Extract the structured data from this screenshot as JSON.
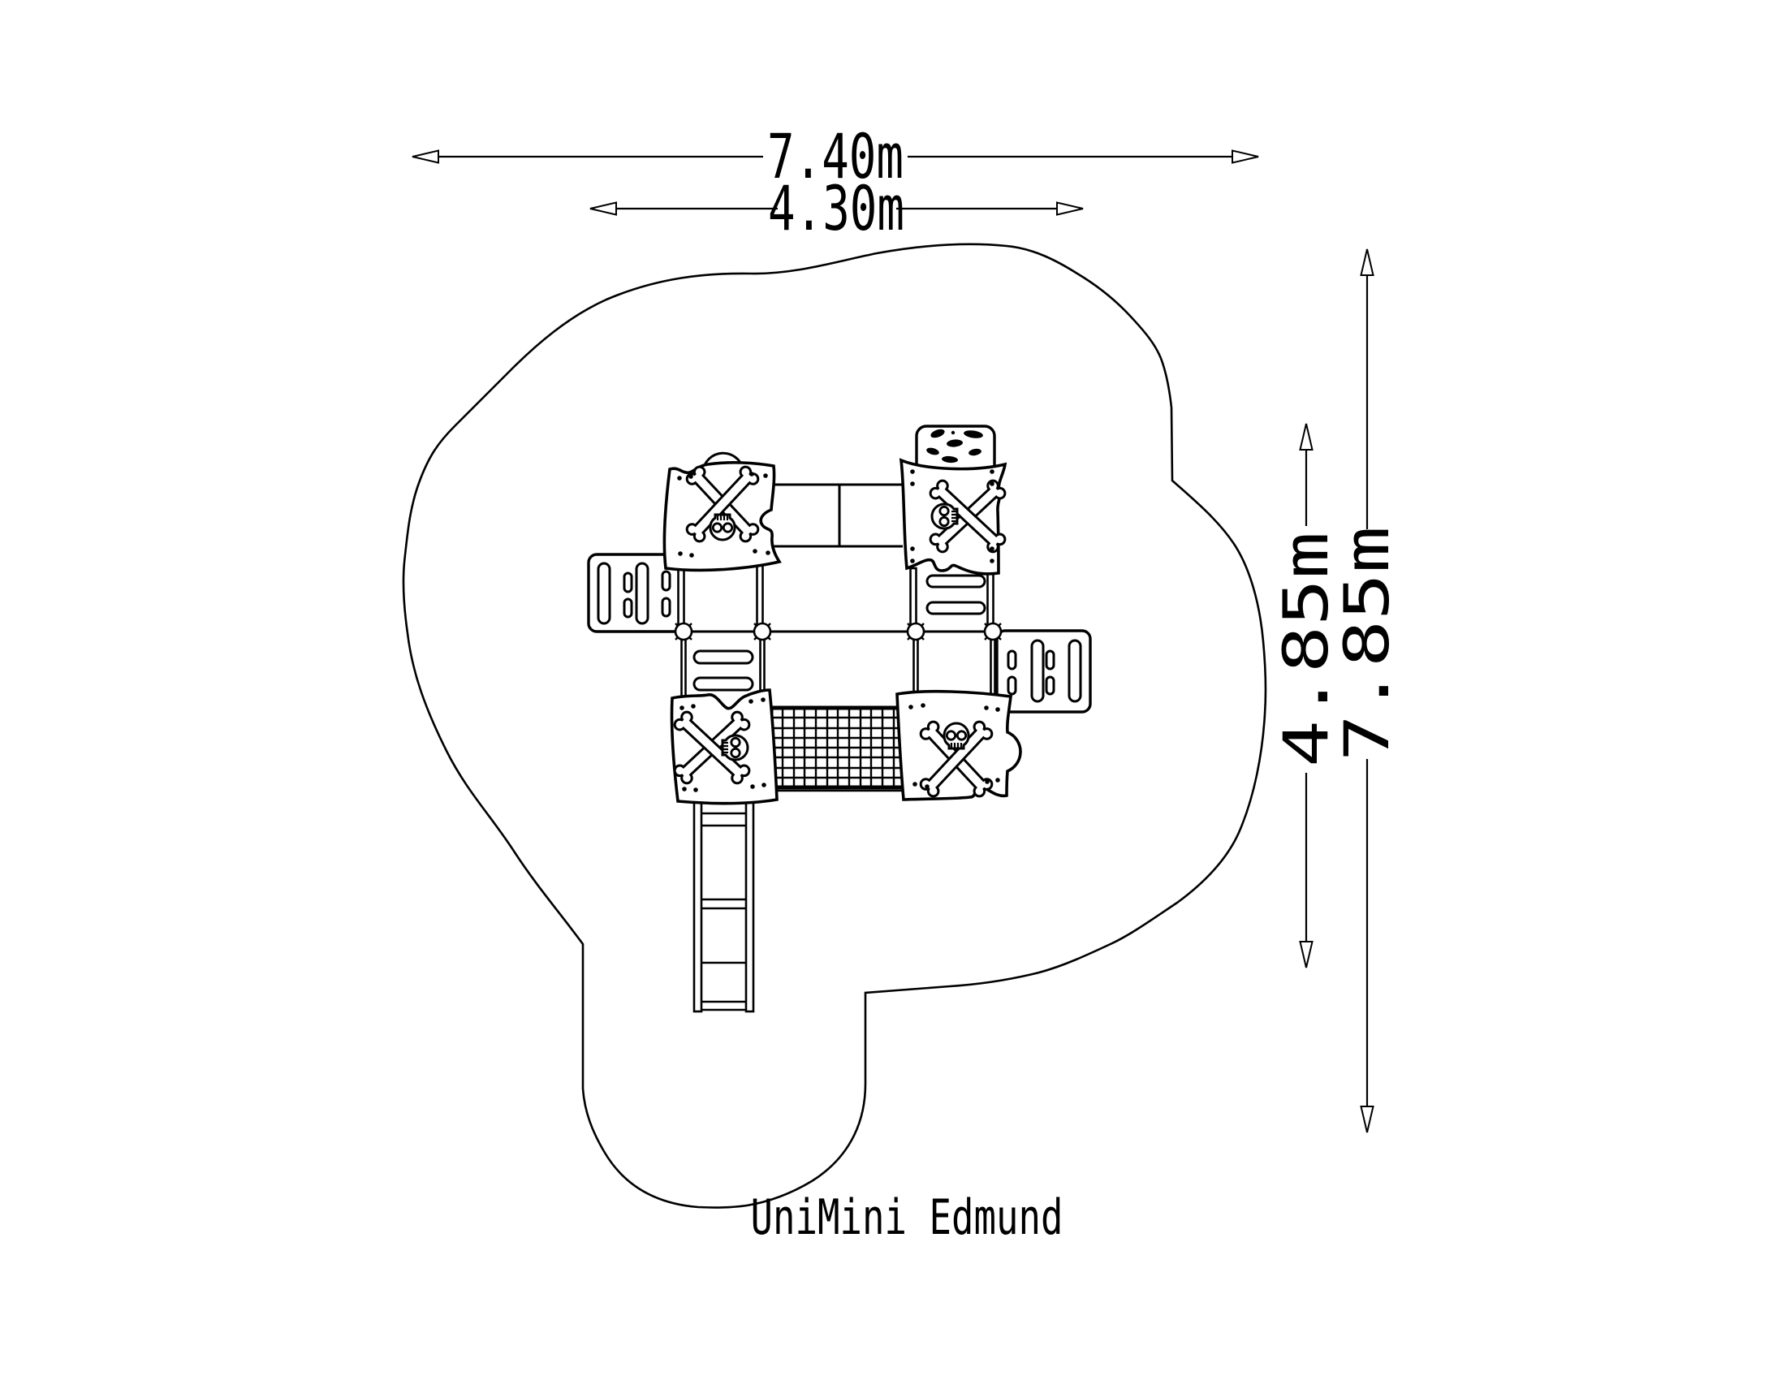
{
  "caption": "UniMini Edmund",
  "dimensions": {
    "total_width": "7.40m",
    "equipment_width": "4.30m",
    "equipment_depth": "4.85m",
    "total_depth": "7.85m"
  },
  "colors": {
    "line": "#000000",
    "background": "#ffffff"
  }
}
